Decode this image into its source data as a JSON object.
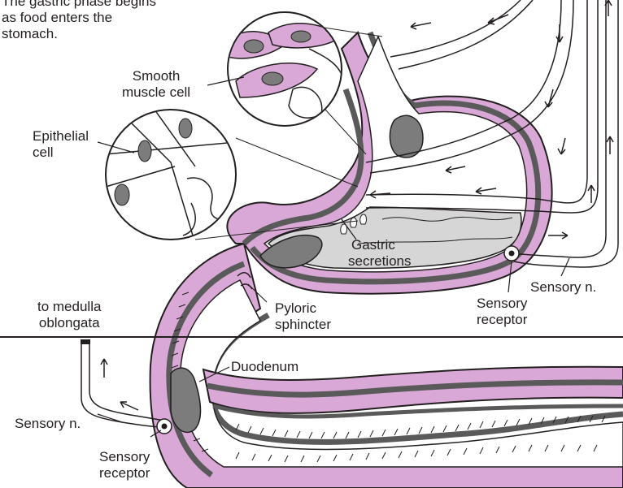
{
  "caption_lines": [
    "The gastric phase begins",
    "as food enters the",
    "stomach."
  ],
  "labels": {
    "smooth_muscle_cell": [
      "Smooth",
      "muscle cell"
    ],
    "epithelial_cell": [
      "Epithelial",
      "cell"
    ],
    "gastric_secretions": [
      "Gastric",
      "secretions"
    ],
    "sensory_n_right": "Sensory n.",
    "sensory_receptor_right": [
      "Sensory",
      "receptor"
    ],
    "to_medulla": [
      "to medulla",
      "oblongata"
    ],
    "pyloric_sphincter": [
      "Pyloric",
      "sphincter"
    ],
    "duodenum": "Duodenum",
    "sensory_n_left": "Sensory n.",
    "sensory_receptor_left": [
      "Sensory",
      "receptor"
    ]
  },
  "colors": {
    "mucosa_pink": "#d9a8d6",
    "wall_gray": "#5a5a5a",
    "content_gray": "#d6d6d6",
    "food_gray": "#7c7c7c",
    "line": "#231f20"
  }
}
